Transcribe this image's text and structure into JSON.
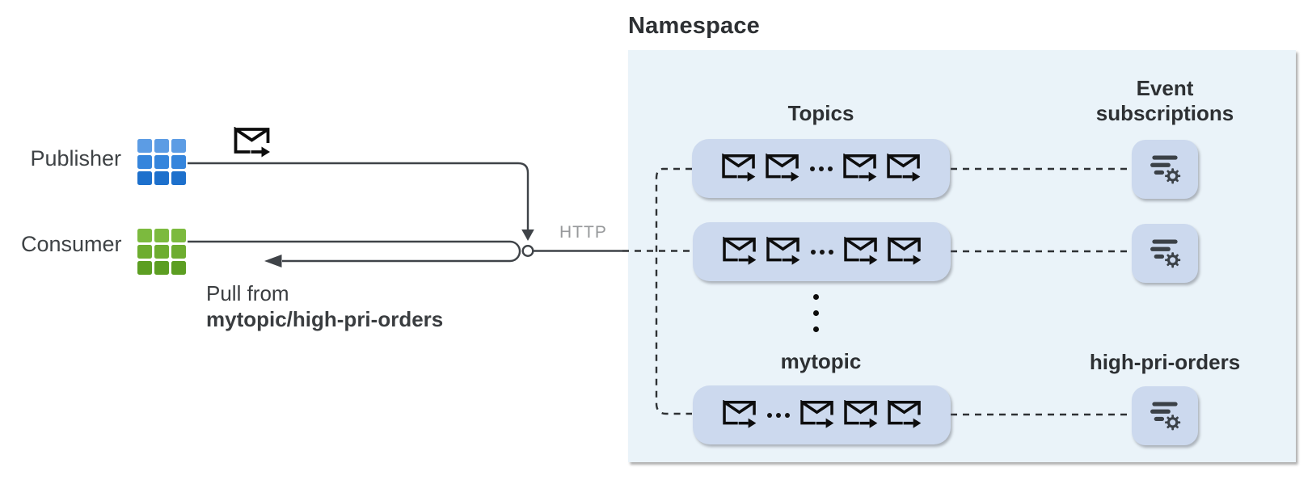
{
  "diagram": {
    "publisher": {
      "label": "Publisher"
    },
    "consumer": {
      "label": "Consumer"
    },
    "pull_annotation": {
      "line1": "Pull from",
      "line2": "mytopic/high-pri-orders"
    },
    "http_label": "HTTP",
    "namespace": {
      "title": "Namespace",
      "topics_heading": "Topics",
      "event_subscriptions_heading_line1": "Event",
      "event_subscriptions_heading_line2": "subscriptions",
      "mytopic_heading": "mytopic",
      "high_pri_orders_heading": "high-pri-orders",
      "topic_rows": [
        {
          "id": "topic-row-1",
          "envelope_pattern": [
            "envelope",
            "envelope",
            "dots",
            "envelope",
            "envelope"
          ]
        },
        {
          "id": "topic-row-2",
          "envelope_pattern": [
            "envelope",
            "envelope",
            "dots",
            "envelope",
            "envelope"
          ]
        },
        {
          "id": "mytopic-row",
          "envelope_pattern": [
            "envelope",
            "dots",
            "envelope",
            "envelope",
            "envelope"
          ]
        }
      ],
      "event_subscription_boxes": 3
    },
    "colors": {
      "panel_bg": "#eaf3f9",
      "box_bg": "#ccd9ee",
      "line": "#3f4348",
      "dash": "#2e3134",
      "icon_dark": "#3b4147",
      "http_text": "#97999b",
      "heading_text": "#2d3033",
      "label_text": "#3e4245",
      "pub1": "#5c9ce4",
      "pub2": "#3585dc",
      "pub3": "#1d70cc",
      "con1": "#7cba3e",
      "con2": "#6dad2f",
      "con3": "#5c9e22"
    }
  }
}
